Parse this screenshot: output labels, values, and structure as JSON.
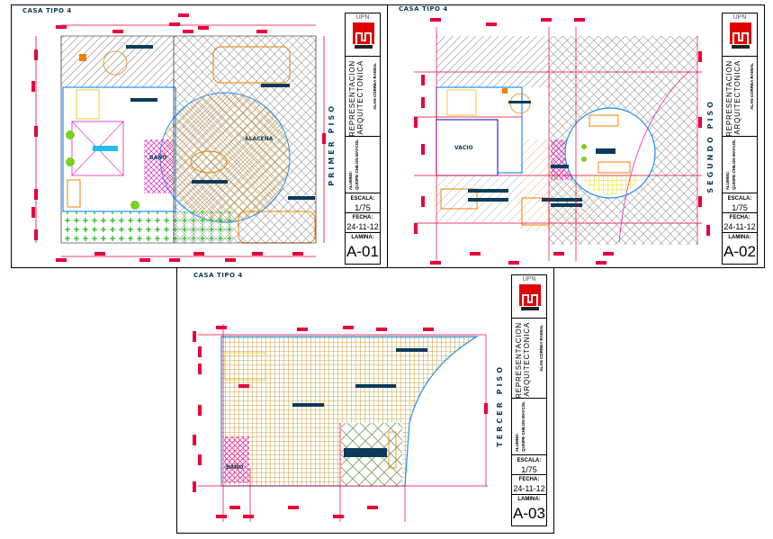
{
  "sheets": [
    {
      "header": "CASA TIPO 4",
      "floor_label": "PRIMER PISO",
      "rooms": [
        "BAÑO",
        "ALACENA"
      ],
      "title_block": {
        "logo_text": "UPN",
        "subject": [
          "REPRESENTACION",
          "ARQUITECTONICA"
        ],
        "teacher": "ALAN CORREA RAMIAL",
        "student": [
          "ALUMNO:",
          "QUISPE CHILON MAYCOL"
        ],
        "scale_label": "ESCALA:",
        "scale_value": "1/75",
        "date_label": "FECHA:",
        "date_value": "24-11-12",
        "sheet_label": "LAMINA:",
        "sheet_number": "A-01"
      }
    },
    {
      "header": "CASA TIPO 4",
      "floor_label": "SEGUNDO PISO",
      "rooms": [
        "VACIO"
      ],
      "title_block": {
        "logo_text": "UPN",
        "subject": [
          "REPRESENTACION",
          "ARQUITECTONICA"
        ],
        "teacher": "ALAN CORREA RAMIAL",
        "student": [
          "ALUMNO:",
          "QUISPE CHILON MAYCOL"
        ],
        "scale_label": "ESCALA:",
        "scale_value": "1/75",
        "date_label": "FECHA:",
        "date_value": "24-11-12",
        "sheet_label": "LAMINA:",
        "sheet_number": "A-02"
      }
    },
    {
      "header": "CASA TIPO 4",
      "floor_label": "TERCER PISO",
      "rooms": [
        "BAÑO"
      ],
      "title_block": {
        "logo_text": "UPN",
        "subject": [
          "REPRESENTACION",
          "ARQUITECTONICA"
        ],
        "teacher": "ALAN CORREA RAMIAL",
        "student": [
          "ALUMNO:",
          "QUISPE CHILON MAYCOL"
        ],
        "scale_label": "ESCALA:",
        "scale_value": "1/75",
        "date_label": "FECHA:",
        "date_value": "24-11-12",
        "sheet_label": "LAMINA:",
        "sheet_number": "A-03"
      }
    }
  ],
  "colors": {
    "dimension": "#e8003c",
    "wall": "#1e90ff",
    "furniture": "#f08000",
    "label": "#0b3a5a",
    "floor_grid": "#b8860b",
    "garden": "#00b000",
    "bath_tile": "#e020c0",
    "logo": "#e00000"
  }
}
